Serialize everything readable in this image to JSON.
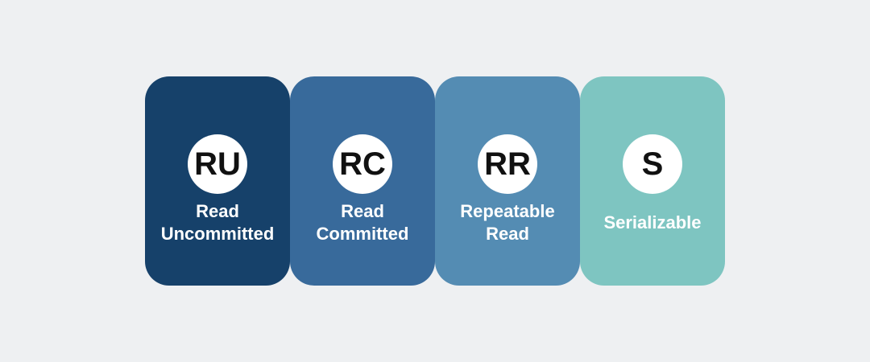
{
  "page": {
    "background_color": "#EEF0F2"
  },
  "styles": {
    "circle_color": "#FFFFFF",
    "abbr_text_color": "#111111",
    "label_text_color": "#FFFFFF"
  },
  "cards": [
    {
      "abbr": "RU",
      "label": "Read Uncommitted",
      "color": "#16416A"
    },
    {
      "abbr": "RC",
      "label": "Read Committed",
      "color": "#386A9B"
    },
    {
      "abbr": "RR",
      "label": "Repeatable Read",
      "color": "#548CB3"
    },
    {
      "abbr": "S",
      "label": "Serializable",
      "color": "#7EC5C1"
    }
  ]
}
